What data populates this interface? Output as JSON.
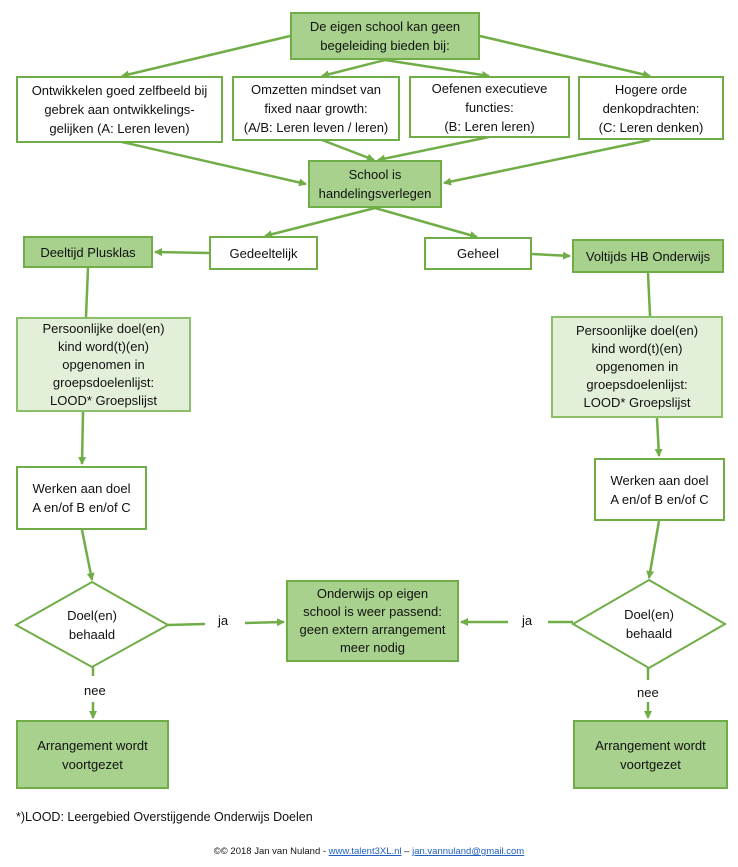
{
  "colors": {
    "accent_line": "#70ad47",
    "fill_dark": "#a9d18e",
    "fill_light": "#e2efd9",
    "link": "#1f5fbf"
  },
  "nodes": {
    "top": "De eigen school kan geen\nbegeleiding bieden bij:",
    "need_1": "Ontwikkelen goed zelfbeeld bij\ngebrek aan ontwikkelings-\ngelijken (A: Leren leven)",
    "need_2": "Omzetten mindset van\nfixed naar growth:\n(A/B: Leren leven / leren)",
    "need_3": "Oefenen executieve\nfuncties:\n(B: Leren leren)",
    "need_4": "Hogere orde\ndenkopdrachten:\n(C: Leren denken)",
    "school": "School is\nhandelingsverlegen",
    "partial": "Gedeeltelijk",
    "full": "Geheel",
    "parttime": "Deeltijd Plusklas",
    "fulltime": "Voltijds HB Onderwijs",
    "goals_left": "Persoonlijke doel(en)\nkind word(t)(en)\nopgenomen in\ngroepsdoelenlijst:\nLOOD* Groepslijst",
    "goals_right": "Persoonlijke doel(en)\nkind word(t)(en)\nopgenomen in\ngroepsdoelenlijst:\nLOOD* Groepslijst",
    "work_left": "Werken aan doel\nA en/of B en/of C",
    "work_right": "Werken aan doel\nA en/of B en/of C",
    "decision_left": "Doel(en)\nbehaald",
    "decision_right": "Doel(en)\nbehaald",
    "center": "Onderwijs op eigen\nschool is weer passend:\ngeen extern arrangement\nmeer nodig",
    "continue_left": "Arrangement wordt\nvoortgezet",
    "continue_right": "Arrangement wordt\nvoortgezet"
  },
  "edge_labels": {
    "yes_left": "ja",
    "yes_right": "ja",
    "no_left": "nee",
    "no_right": "nee"
  },
  "footnote": "*)LOOD: Leergebied Overstijgende Onderwijs Doelen",
  "footer": {
    "prefix": "©© 2018 Jan van Nuland - ",
    "website": "www.talent3XL.nl",
    "separator": " – ",
    "email": "jan.vannuland@gmail.com"
  }
}
